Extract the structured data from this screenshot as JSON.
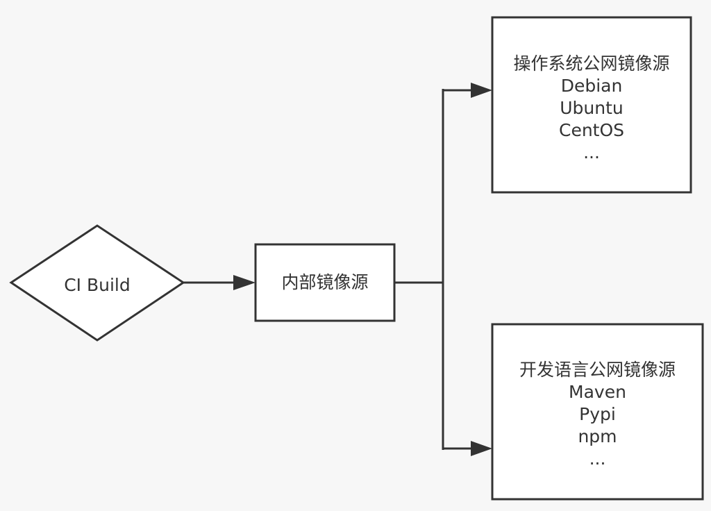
{
  "nodes": {
    "ci_build": {
      "label": "CI Build"
    },
    "internal_mirror": {
      "label": "内部镜像源"
    },
    "os_mirror": {
      "title": "操作系统公网镜像源",
      "items": [
        "Debian",
        "Ubuntu",
        "CentOS",
        "..."
      ]
    },
    "lang_mirror": {
      "title": "开发语言公网镜像源",
      "items": [
        "Maven",
        "Pypi",
        "npm",
        "..."
      ]
    }
  },
  "colors": {
    "background": "#f7f7f7",
    "stroke": "#333333",
    "fill": "#ffffff",
    "text": "#333333"
  }
}
